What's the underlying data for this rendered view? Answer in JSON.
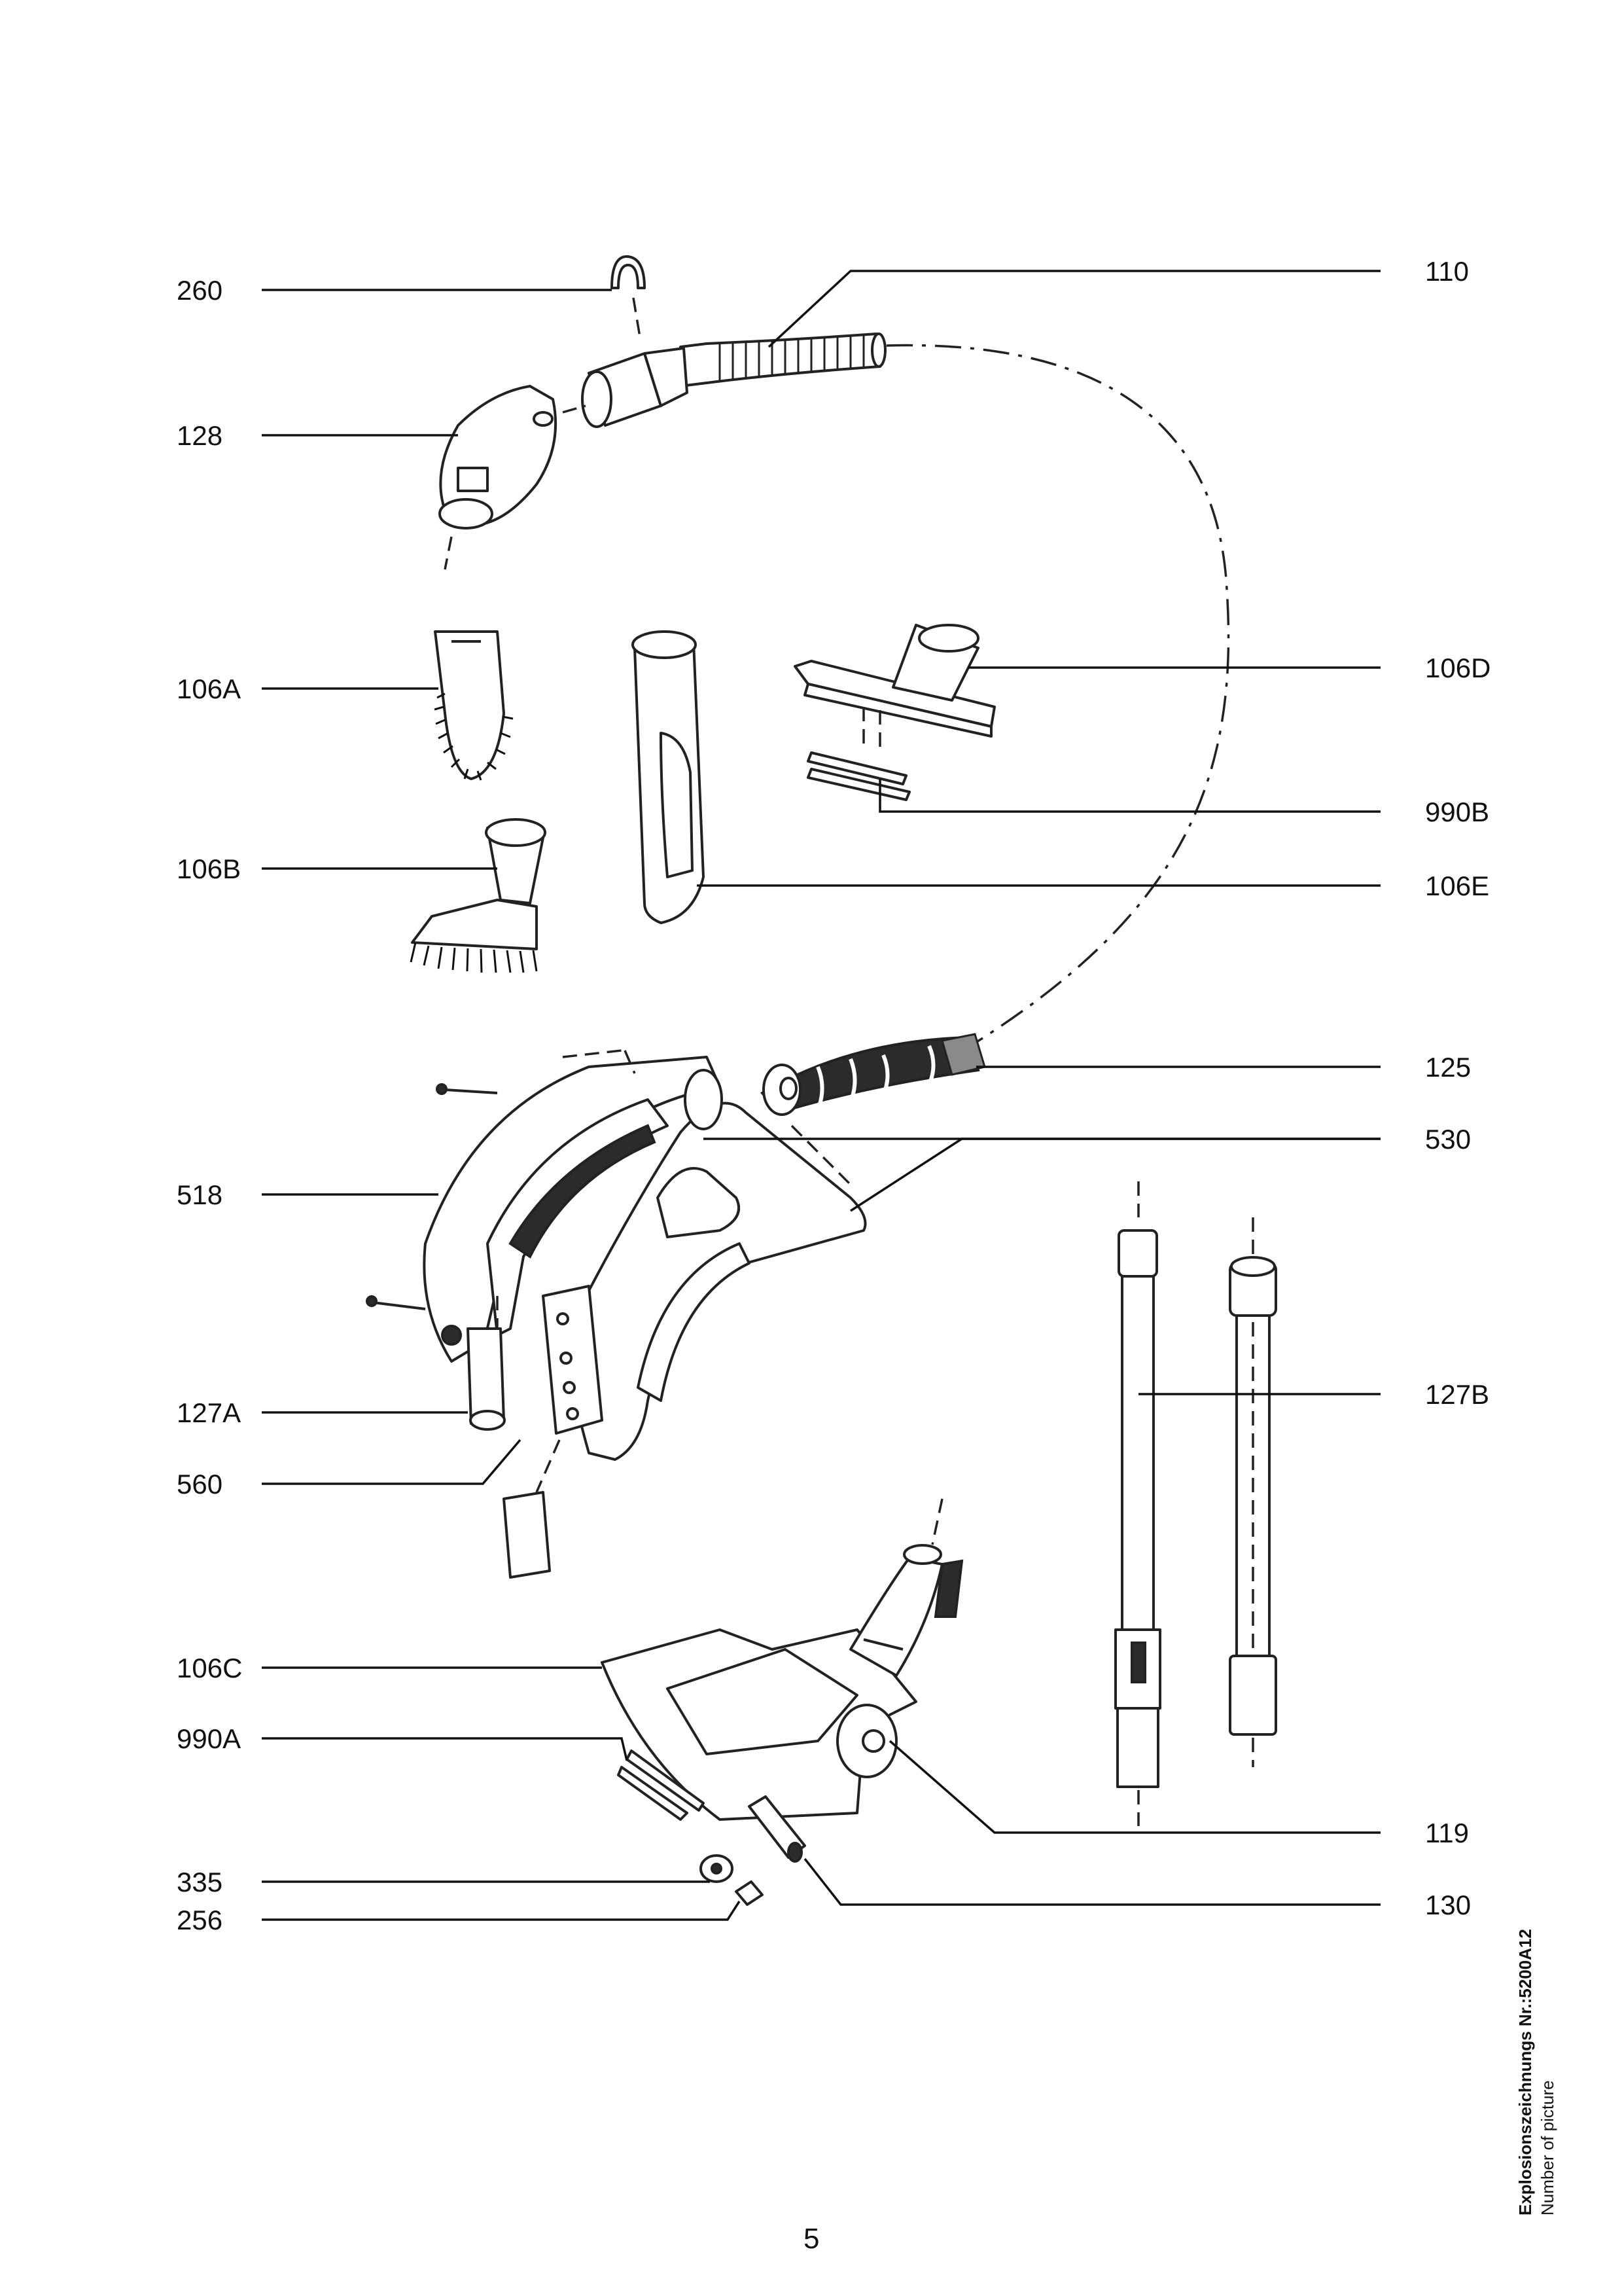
{
  "diagram": {
    "labels_left": [
      {
        "id": "260",
        "text": "260"
      },
      {
        "id": "128",
        "text": "128"
      },
      {
        "id": "106A",
        "text": "106A"
      },
      {
        "id": "106B",
        "text": "106B"
      },
      {
        "id": "518",
        "text": "518"
      },
      {
        "id": "127A",
        "text": "127A"
      },
      {
        "id": "560",
        "text": "560"
      },
      {
        "id": "106C",
        "text": "106C"
      },
      {
        "id": "990A",
        "text": "990A"
      },
      {
        "id": "335",
        "text": "335"
      },
      {
        "id": "256",
        "text": "256"
      }
    ],
    "labels_right": [
      {
        "id": "110",
        "text": "110"
      },
      {
        "id": "106D",
        "text": "106D"
      },
      {
        "id": "990B",
        "text": "990B"
      },
      {
        "id": "106E",
        "text": "106E"
      },
      {
        "id": "125",
        "text": "125"
      },
      {
        "id": "530",
        "text": "530"
      },
      {
        "id": "127B",
        "text": "127B"
      },
      {
        "id": "119",
        "text": "119"
      },
      {
        "id": "130",
        "text": "130"
      }
    ]
  },
  "footer": {
    "page_number": "5",
    "drawing_number": "Explosionszeichnungs Nr.:5200A12",
    "drawing_number_en": "Number of picture"
  }
}
